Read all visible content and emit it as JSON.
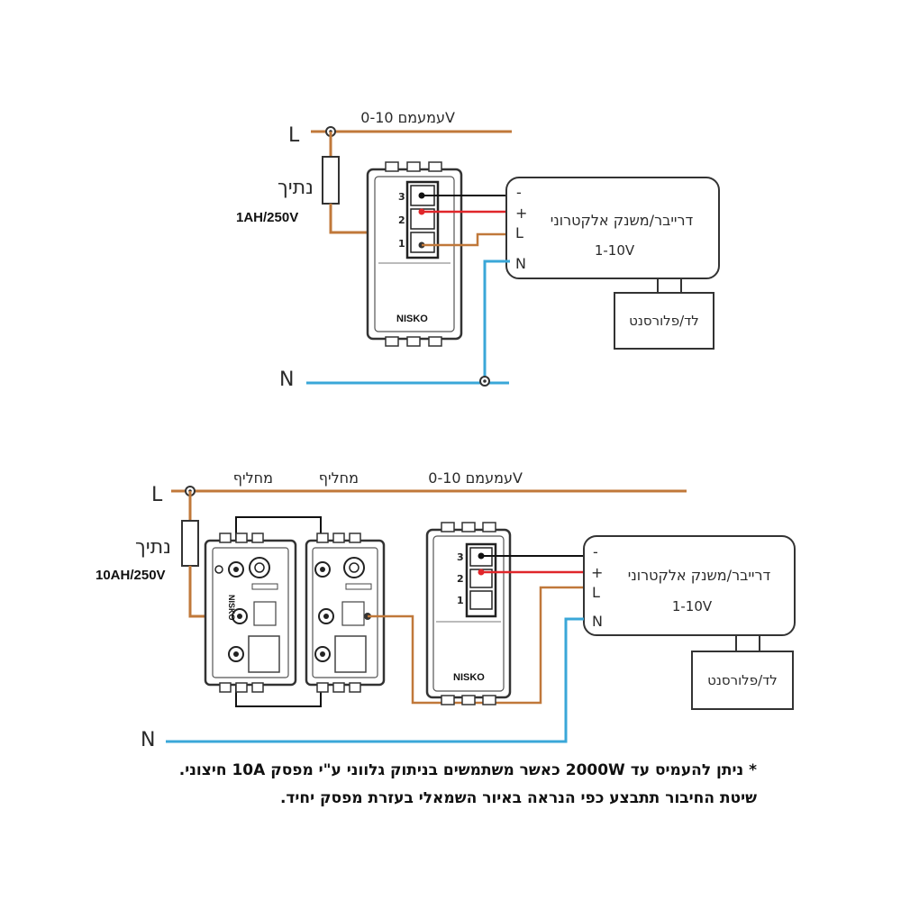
{
  "colors": {
    "line_live": "#c0783a",
    "line_neutral": "#3aa7d8",
    "wire_black": "#111111",
    "wire_red": "#e0262a",
    "device": "#333333"
  },
  "diagram1": {
    "l_label": "L",
    "n_label": "N",
    "control_label": "עמעמם 0-10V",
    "fuse_label": "נתיך",
    "fuse_rating": "1AH/250V",
    "terminals": [
      "3",
      "2",
      "1"
    ],
    "brand": "NISKO",
    "driver": {
      "title": "דרייבר/משנק אלקטרוני",
      "range": "1-10V",
      "pins": [
        "-",
        "+",
        "L",
        "N"
      ]
    },
    "load_label": "לד/פלורסנט"
  },
  "diagram2": {
    "l_label": "L",
    "n_label": "N",
    "switch1_label": "מחליף",
    "switch2_label": "מחליף",
    "control_label": "עמעמם 0-10V",
    "fuse_label": "נתיך",
    "fuse_rating": "10AH/250V",
    "terminals": [
      "3",
      "2",
      "1"
    ],
    "brand": "NISKO",
    "switch_brand": "NISKO",
    "driver": {
      "title": "דרייבר/משנק אלקטרוני",
      "range": "1-10V",
      "pins": [
        "-",
        "+",
        "L",
        "N"
      ]
    },
    "load_label": "לד/פלורסנט"
  },
  "footnote": {
    "line1": "* ניתן להעמיס עד 2000W כאשר משתמשים בניתוק גלווני ע\"י מפסק 10A חיצוני.",
    "line2": "שיטת החיבור תתבצע כפי הנראה באיור השמאלי בעזרת מפסק יחיד."
  }
}
